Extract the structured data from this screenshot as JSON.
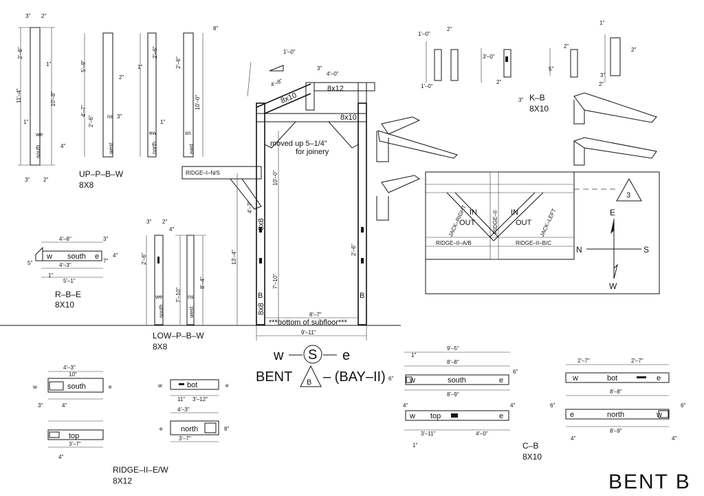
{
  "sheet": {
    "title": "BENT B",
    "main_label": {
      "left": "w",
      "right": "e",
      "circle": "S",
      "bent": "BENT",
      "tri": "B",
      "bay": "– (BAY–II)"
    },
    "frame": {
      "moved_note_1": "moved up 5–1/4\"",
      "moved_note_2": "for joinery",
      "subfloor": "***bottom of subfloor***",
      "beam_top_left": "8x10",
      "beam_top_right": "8x12",
      "beam_right": "8x10",
      "post_mark_left": "8x8",
      "post_mark_left2": "8x8",
      "b_left": "B",
      "b_right": "B",
      "ridge_n_s": "RIDGE–I–N/S",
      "dim_10_0": "10'–0\"",
      "dim_13": "13'–4\"",
      "dim_7_10": "7'–10\"",
      "dim_8_7": "8'–7\"",
      "dim_9_11": "9'–11\"",
      "dim_4_0": "4'–0\"",
      "dim_1_0": "1'–0\""
    },
    "compass": {
      "n": "N",
      "s": "S",
      "e": "E",
      "w": "W",
      "tri": "3"
    },
    "inset": {
      "in_left": "IN",
      "out_left": "OUT",
      "in_right": "IN",
      "out_right": "OUT",
      "ridge_ab": "RIDGE–II–A/B",
      "ridge_bc": "RIDGE–II–B/C",
      "jack_r": "JACK–RIGHT",
      "jack_l": "JACK–LEFT",
      "ridge_v": "RIDGE–II"
    },
    "parts": {
      "up_pbw": {
        "name": "UP–P–B–W",
        "size": "8X8",
        "faces": [
          "south",
          "west",
          "north",
          "east"
        ],
        "we": "we",
        "ns": "ns",
        "ew": "ew",
        "sn": "sn"
      },
      "low_pbw": {
        "name": "LOW–P–B–W",
        "size": "8X8",
        "faces": [
          "south",
          "west"
        ],
        "we": "we",
        "ns": "ns"
      },
      "rbe": {
        "name": "R–B–E",
        "size": "8X10",
        "face": "south",
        "w": "w",
        "e": "e"
      },
      "kb": {
        "name": "K–B",
        "size": "8X10"
      },
      "ridge_ew": {
        "name": "RIDGE–II–E/W",
        "size": "8X12",
        "face1": "south",
        "face2": "top",
        "face3": "bot",
        "face4": "north"
      },
      "cb": {
        "name": "C–B",
        "size": "8X10",
        "face1": "south",
        "face2": "top",
        "face3": "bot",
        "face4": "north"
      }
    }
  }
}
